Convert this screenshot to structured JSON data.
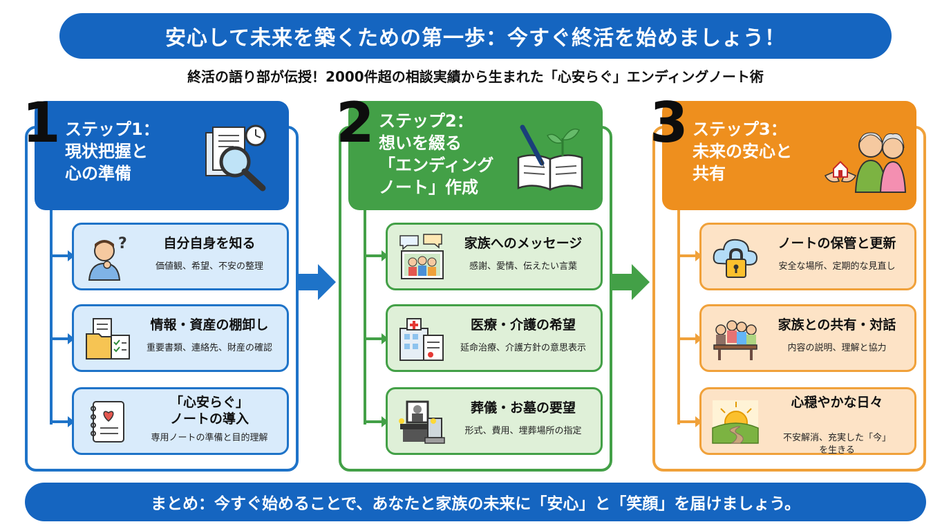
{
  "header": {
    "title": "安心して未来を築くための第一歩：今すぐ終活を始めましょう！",
    "subtitle": "終活の語り部が伝授！2000件超の相談実績から生まれた「心安らぐ」エンディングノート術"
  },
  "steps": [
    {
      "number": "1",
      "title": "ステップ1：\n現状把握と\n心の準備",
      "items": [
        {
          "title": "自分自身を知る",
          "desc": "価値観、希望、不安の整理"
        },
        {
          "title": "情報・資産の棚卸し",
          "desc": "重要書類、連絡先、財産の確認"
        },
        {
          "title": "「心安らぐ」\nノートの導入",
          "desc": "専用ノートの準備と目的理解"
        }
      ]
    },
    {
      "number": "2",
      "title": "ステップ2：\n想いを綴る\n「エンディング\nノート」作成",
      "items": [
        {
          "title": "家族へのメッセージ",
          "desc": "感謝、愛情、伝えたい言葉"
        },
        {
          "title": "医療・介護の希望",
          "desc": "延命治療、介護方針の意思表示"
        },
        {
          "title": "葬儀・お墓の要望",
          "desc": "形式、費用、埋葬場所の指定"
        }
      ]
    },
    {
      "number": "3",
      "title": "ステップ3：\n未来の安心と\n共有",
      "items": [
        {
          "title": "ノートの保管と更新",
          "desc": "安全な場所、定期的な見直し"
        },
        {
          "title": "家族との共有・対話",
          "desc": "内容の説明、理解と協力"
        },
        {
          "title": "心穏やかな日々",
          "desc": "不安解消、充実した「今」\nを生きる"
        }
      ]
    }
  ],
  "footer": {
    "summary": "まとめ：今すぐ始めることで、あなたと家族の未来に「安心」と「笑顔」を届けましょう。"
  },
  "colors": {
    "step1": "#1565c0",
    "step2": "#43a047",
    "step3": "#ee8f1e"
  }
}
